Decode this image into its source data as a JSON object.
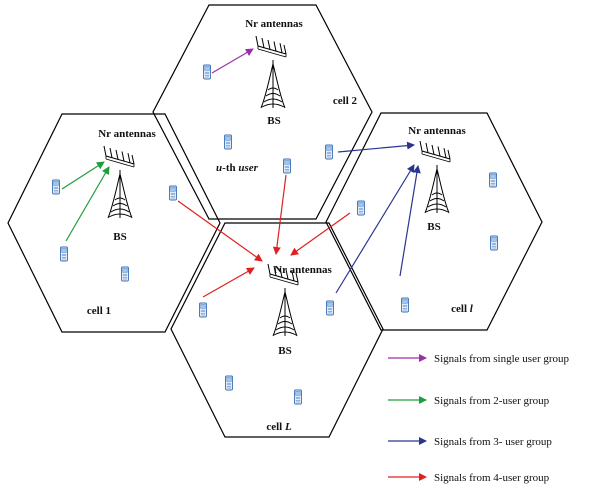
{
  "cells": [
    {
      "id": "cell2",
      "antenna_label": "Nr antennas",
      "bs_label": "BS",
      "cell_label": "cell 2"
    },
    {
      "id": "cell1",
      "antenna_label": "Nr antennas",
      "bs_label": "BS",
      "cell_label": "cell 1"
    },
    {
      "id": "celll",
      "antenna_label": "Nr antennas",
      "bs_label": "BS",
      "cell_label_prefix": "cell ",
      "cell_label_var": "l"
    },
    {
      "id": "cellL",
      "antenna_label": "Nr antennas",
      "bs_label": "BS",
      "cell_label_prefix": "cell ",
      "cell_label_var": "L"
    }
  ],
  "user_label": {
    "var": "u",
    "suffix": "-th ",
    "word": "user"
  },
  "legend": [
    {
      "label": "Signals from single user group",
      "color": "#9b2fa8"
    },
    {
      "label": "Signals from 2-user group",
      "color": "#1e9e3a"
    },
    {
      "label": "Signals from 3- user group",
      "color": "#2b3590"
    },
    {
      "label": "Signals from 4-user group",
      "color": "#e02020"
    }
  ],
  "icons": {
    "phone": "mobile-phone-icon",
    "antenna": "antenna-array-icon",
    "tower": "base-station-tower-icon"
  }
}
